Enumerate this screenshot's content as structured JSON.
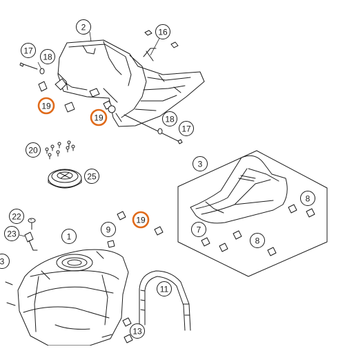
{
  "callouts": [
    {
      "id": "c2",
      "label": "2",
      "highlighted": false
    },
    {
      "id": "c16",
      "label": "16",
      "highlighted": false
    },
    {
      "id": "c17a",
      "label": "17",
      "highlighted": false
    },
    {
      "id": "c18a",
      "label": "18",
      "highlighted": false
    },
    {
      "id": "c19a",
      "label": "19",
      "highlighted": true
    },
    {
      "id": "c19b",
      "label": "19",
      "highlighted": true
    },
    {
      "id": "c18b",
      "label": "18",
      "highlighted": false
    },
    {
      "id": "c17b",
      "label": "17",
      "highlighted": false
    },
    {
      "id": "c20",
      "label": "20",
      "highlighted": false
    },
    {
      "id": "c25",
      "label": "25",
      "highlighted": false
    },
    {
      "id": "c3",
      "label": "3",
      "highlighted": false
    },
    {
      "id": "c22",
      "label": "22",
      "highlighted": false
    },
    {
      "id": "c23",
      "label": "23",
      "highlighted": false
    },
    {
      "id": "c1",
      "label": "1",
      "highlighted": false
    },
    {
      "id": "c9",
      "label": "9",
      "highlighted": false
    },
    {
      "id": "c19c",
      "label": "19",
      "highlighted": true
    },
    {
      "id": "c8a",
      "label": "8",
      "highlighted": false
    },
    {
      "id": "c7",
      "label": "7",
      "highlighted": false
    },
    {
      "id": "c8b",
      "label": "8",
      "highlighted": false
    },
    {
      "id": "c3b",
      "label": "3",
      "highlighted": false
    },
    {
      "id": "c11",
      "label": "11",
      "highlighted": false
    },
    {
      "id": "c13",
      "label": "13",
      "highlighted": false
    }
  ],
  "colors": {
    "line": "#1a1a1a",
    "part_fill": "#ffffff",
    "callout_fill": "#ffffff",
    "highlight": "#e06a1a"
  }
}
